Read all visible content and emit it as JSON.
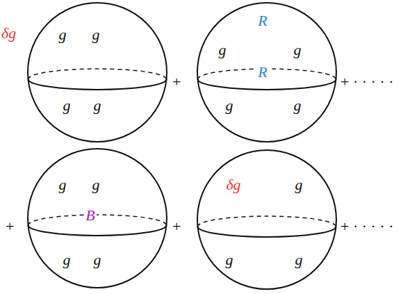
{
  "diagram": {
    "nodes": [
      {
        "text": [
          "g",
          "g",
          "g",
          "g"
        ]
      },
      {
        "text": [
          "R",
          "g",
          "g",
          "R",
          "g",
          "g"
        ]
      },
      {
        "text": [
          "g",
          "g",
          "B",
          "g",
          "g"
        ]
      },
      {
        "text": [
          "δg",
          "g",
          "g",
          "g"
        ]
      }
    ],
    "labels": [
      "δg",
      "+",
      "+ · · · · ·",
      "+",
      "+",
      "+ · · · · ·"
    ]
  }
}
